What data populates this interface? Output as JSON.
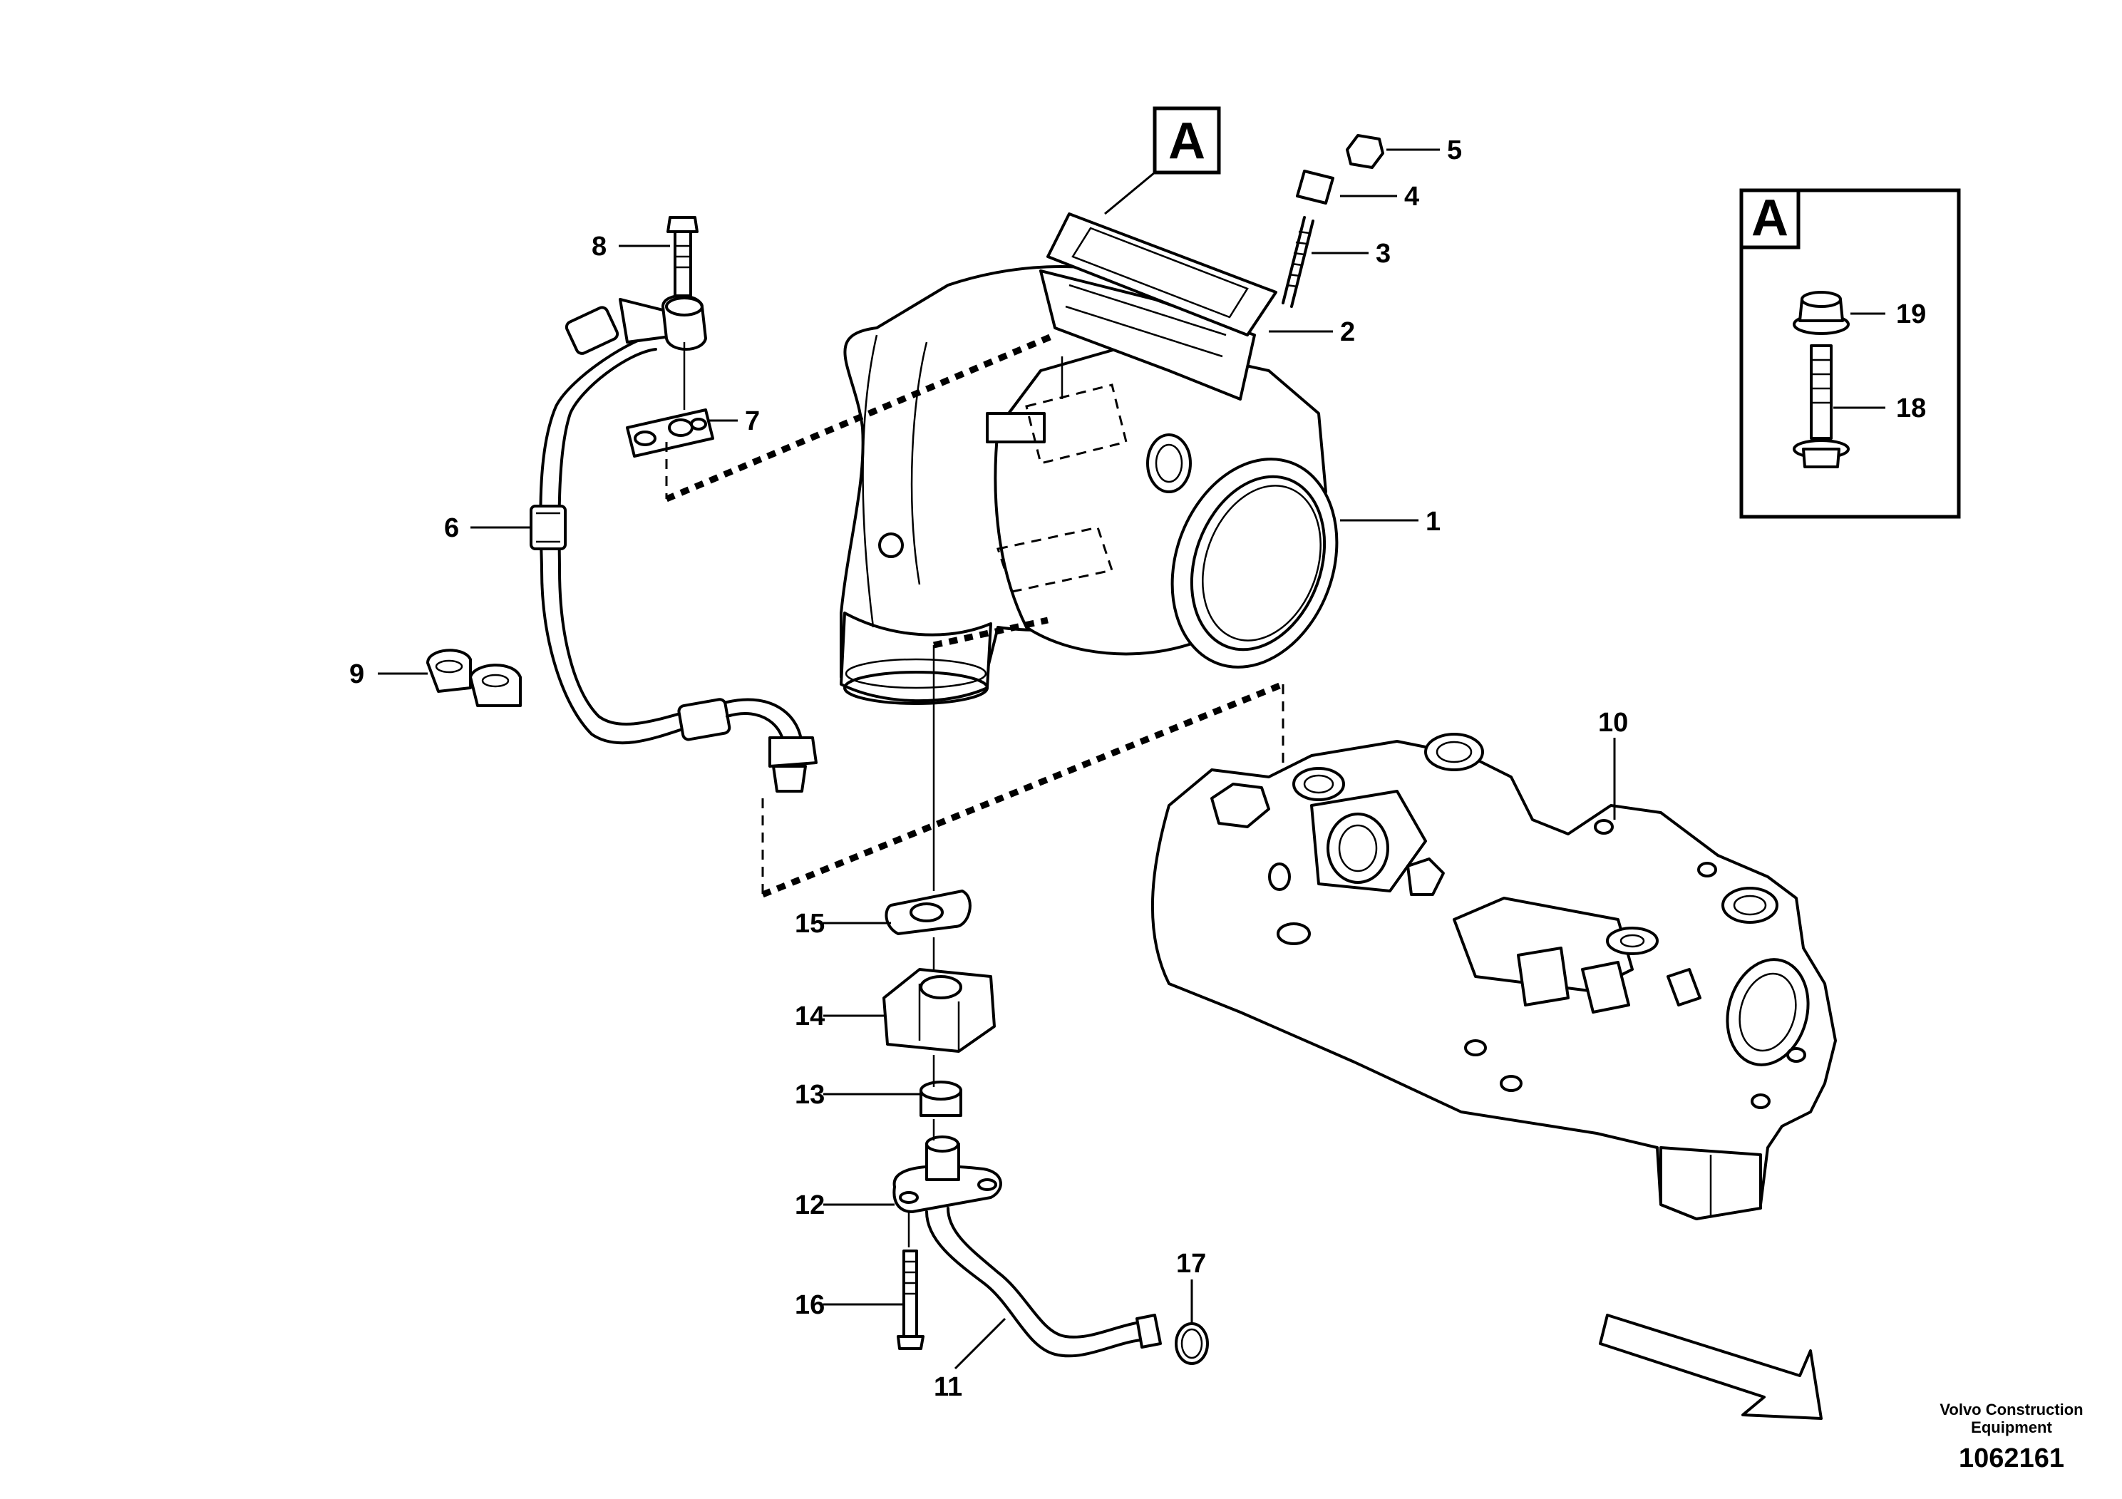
{
  "reference_tag": "A",
  "detail_view": {
    "tag": "A",
    "callouts": [
      "19",
      "18"
    ]
  },
  "callouts": {
    "c1": "1",
    "c2": "2",
    "c3": "3",
    "c4": "4",
    "c5": "5",
    "c6": "6",
    "c7": "7",
    "c8": "8",
    "c9": "9",
    "c10": "10",
    "c11": "11",
    "c12": "12",
    "c13": "13",
    "c14": "14",
    "c15": "15",
    "c16": "16",
    "c17": "17"
  },
  "footer": {
    "company_line1": "Volvo Construction",
    "company_line2": "Equipment",
    "drawing_number": "1062161"
  }
}
